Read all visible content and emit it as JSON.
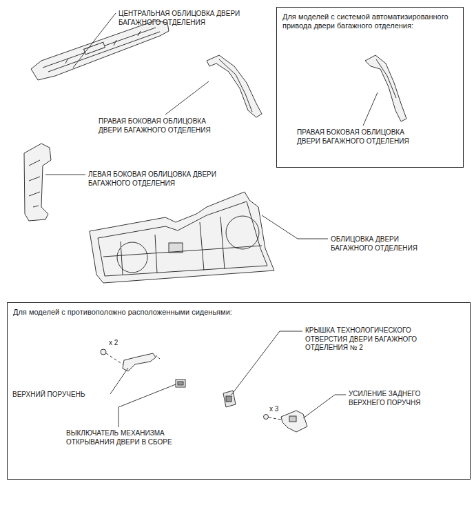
{
  "diagram": {
    "nodes": [
      {
        "text": [
          "Для моделей с системой автоматизированного привода двери багажного отделения:"
        ]
      },
      {
        "text": [
          "Для моделей с противоположно расположенными сиденьями:"
        ]
      }
    ],
    "labels": [
      "ЦЕНТРАЛЬНАЯ ОБЛИЦОВКА ДВЕРИ БАГАЖНОГО ОТДЕЛЕНИЯ",
      "ПРАВАЯ БОКОВАЯ ОБЛИЦОВКА ДВЕРИ БАГАЖНОГО ОТДЕЛЕНИЯ",
      "ПРАВАЯ БОКОВАЯ ОБЛИЦОВКА ДВЕРИ БАГАЖНОГО ОТДЕЛЕНИЯ",
      "ЛЕВАЯ БОКОВАЯ ОБЛИЦОВКА ДВЕРИ БАГАЖНОГО ОТДЕЛЕНИЯ",
      "ОБЛИЦОВКА ДВЕРИ БАГАЖНОГО ОТДЕЛЕНИЯ",
      "x 2",
      "ВЕРХНИЙ ПОРУЧЕНЬ",
      "ВЫКЛЮЧАТЕЛЬ МЕХАНИЗМА ОТКРЫВАНИЯ ДВЕРИ В СБОРЕ",
      "КРЫШКА ТЕХНОЛОГИЧЕСКОГО ОТВЕРСТИЯ ДВЕРИ БАГАЖНОГО ОТДЕЛЕНИЯ № 2",
      "x 3",
      "УСИЛЕНИЕ ЗАДНЕГО ВЕРХНЕГО ПОРУЧНЯ"
    ]
  }
}
